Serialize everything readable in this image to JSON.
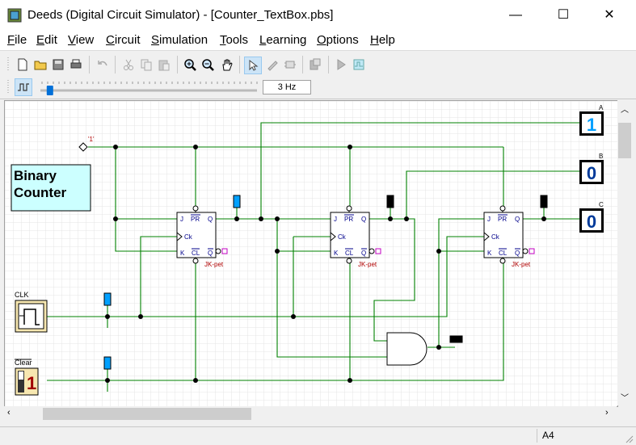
{
  "window": {
    "title": "Deeds (Digital Circuit Simulator) - [Counter_TextBox.pbs]",
    "minimize_glyph": "—",
    "maximize_glyph": "☐",
    "close_glyph": "✕"
  },
  "menu": [
    {
      "key": "F",
      "rest": "ile"
    },
    {
      "key": "E",
      "rest": "dit"
    },
    {
      "key": "V",
      "rest": "iew"
    },
    {
      "key": "C",
      "rest": "ircuit"
    },
    {
      "key": "S",
      "rest": "imulation"
    },
    {
      "key": "T",
      "rest": "ools"
    },
    {
      "key": "L",
      "rest": "earning"
    },
    {
      "key": "O",
      "rest": "ptions"
    },
    {
      "key": "H",
      "rest": "elp"
    }
  ],
  "toolbar": {
    "icons": [
      "new-file-icon",
      "open-folder-icon",
      "save-icon",
      "print-icon",
      "undo-icon",
      "cut-icon",
      "copy-icon",
      "paste-icon",
      "zoom-in-icon",
      "zoom-out-icon",
      "pan-hand-icon",
      "select-arrow-icon",
      "wire-pen-icon",
      "component-icon",
      "library-icon",
      "run-icon",
      "timing-icon"
    ]
  },
  "simulation": {
    "clock_frequency": "3 Hz",
    "slider_fraction": 0.03
  },
  "circuit": {
    "textbox": "Binary\nCounter",
    "const_label": "'1'",
    "clk_label": "CLK",
    "clear_label": "Clear",
    "clear_value": "1",
    "outputs": [
      {
        "name": "A",
        "value": "1"
      },
      {
        "name": "B",
        "value": "0"
      },
      {
        "name": "C",
        "value": "0"
      }
    ],
    "flipflops": [
      {
        "label": "JK-pet",
        "j": "J",
        "pr": "PR",
        "q": "Q",
        "ck": "Ck",
        "k": "K",
        "cl": "CL",
        "qn": "Q"
      },
      {
        "label": "JK-pet",
        "j": "J",
        "pr": "PR",
        "q": "Q",
        "ck": "Ck",
        "k": "K",
        "cl": "CL",
        "qn": "Q"
      },
      {
        "label": "JK-pet",
        "j": "J",
        "pr": "PR",
        "q": "Q",
        "ck": "Ck",
        "k": "K",
        "cl": "CL",
        "qn": "Q"
      }
    ],
    "colors": {
      "wire": "#008000",
      "grid": "#e4e4e4",
      "textbox_bg": "#ccffff",
      "led_on": "#00a0ff",
      "led_off": "#000000"
    }
  },
  "status": {
    "page_size": "A4"
  }
}
